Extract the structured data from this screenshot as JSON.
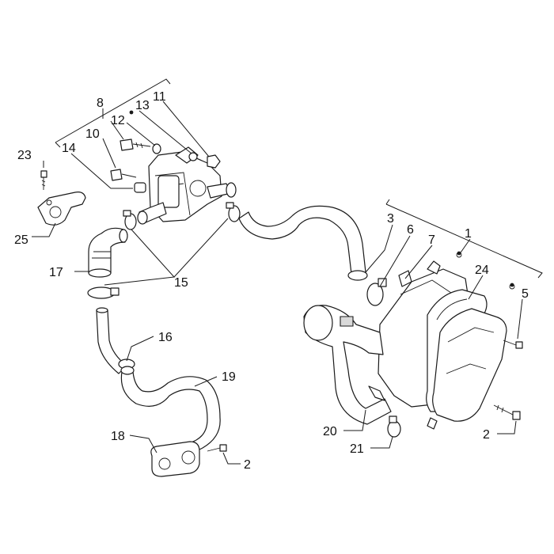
{
  "diagram": {
    "callouts": {
      "c1": "1",
      "c2a": "2",
      "c2b": "2",
      "c3": "3",
      "c5": "5",
      "c6": "6",
      "c7": "7",
      "c8": "8",
      "c10": "10",
      "c11": "11",
      "c12": "12",
      "c13": "13",
      "c14": "14",
      "c15": "15",
      "c16": "16",
      "c17": "17",
      "c18": "18",
      "c19": "19",
      "c20": "20",
      "c21": "21",
      "c23": "23",
      "c24": "24",
      "c25": "25"
    }
  }
}
